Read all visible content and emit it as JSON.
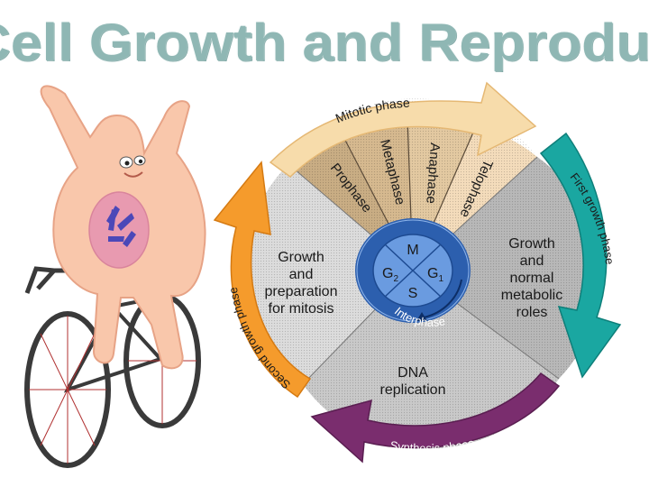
{
  "title": "Cell Growth and Reproduction",
  "cycle": {
    "mitotic_phase": "Mitotic phase",
    "prophase": "Prophase",
    "metaphase": "Metaphase",
    "anaphase": "Anaphase",
    "telophase": "Telophase",
    "first_growth_phase": "First growth phase",
    "synthesis_phase": "Synthesis phase",
    "second_growth_phase": "Second growth phase",
    "g2_label": [
      "Growth",
      "and",
      "preparation",
      "for mitosis"
    ],
    "g1_label": [
      "Growth",
      "and",
      "normal",
      "metabolic",
      "roles"
    ],
    "s_label": [
      "DNA",
      "replication"
    ],
    "interphase": "Interphase",
    "m": "M",
    "g1": "G",
    "g1_sub": "1",
    "g2": "G",
    "g2_sub": "2",
    "s": "S"
  },
  "colors": {
    "title": "#8fb7b4",
    "mitotic_arrow": "#f6d9a8",
    "first_growth_arrow": "#1fa5a0",
    "synthesis_arrow": "#7a2d6e",
    "second_growth_arrow": "#f39a2a",
    "center": "#5b8ed6"
  },
  "illustration": "cartoon cell riding a bicycle"
}
